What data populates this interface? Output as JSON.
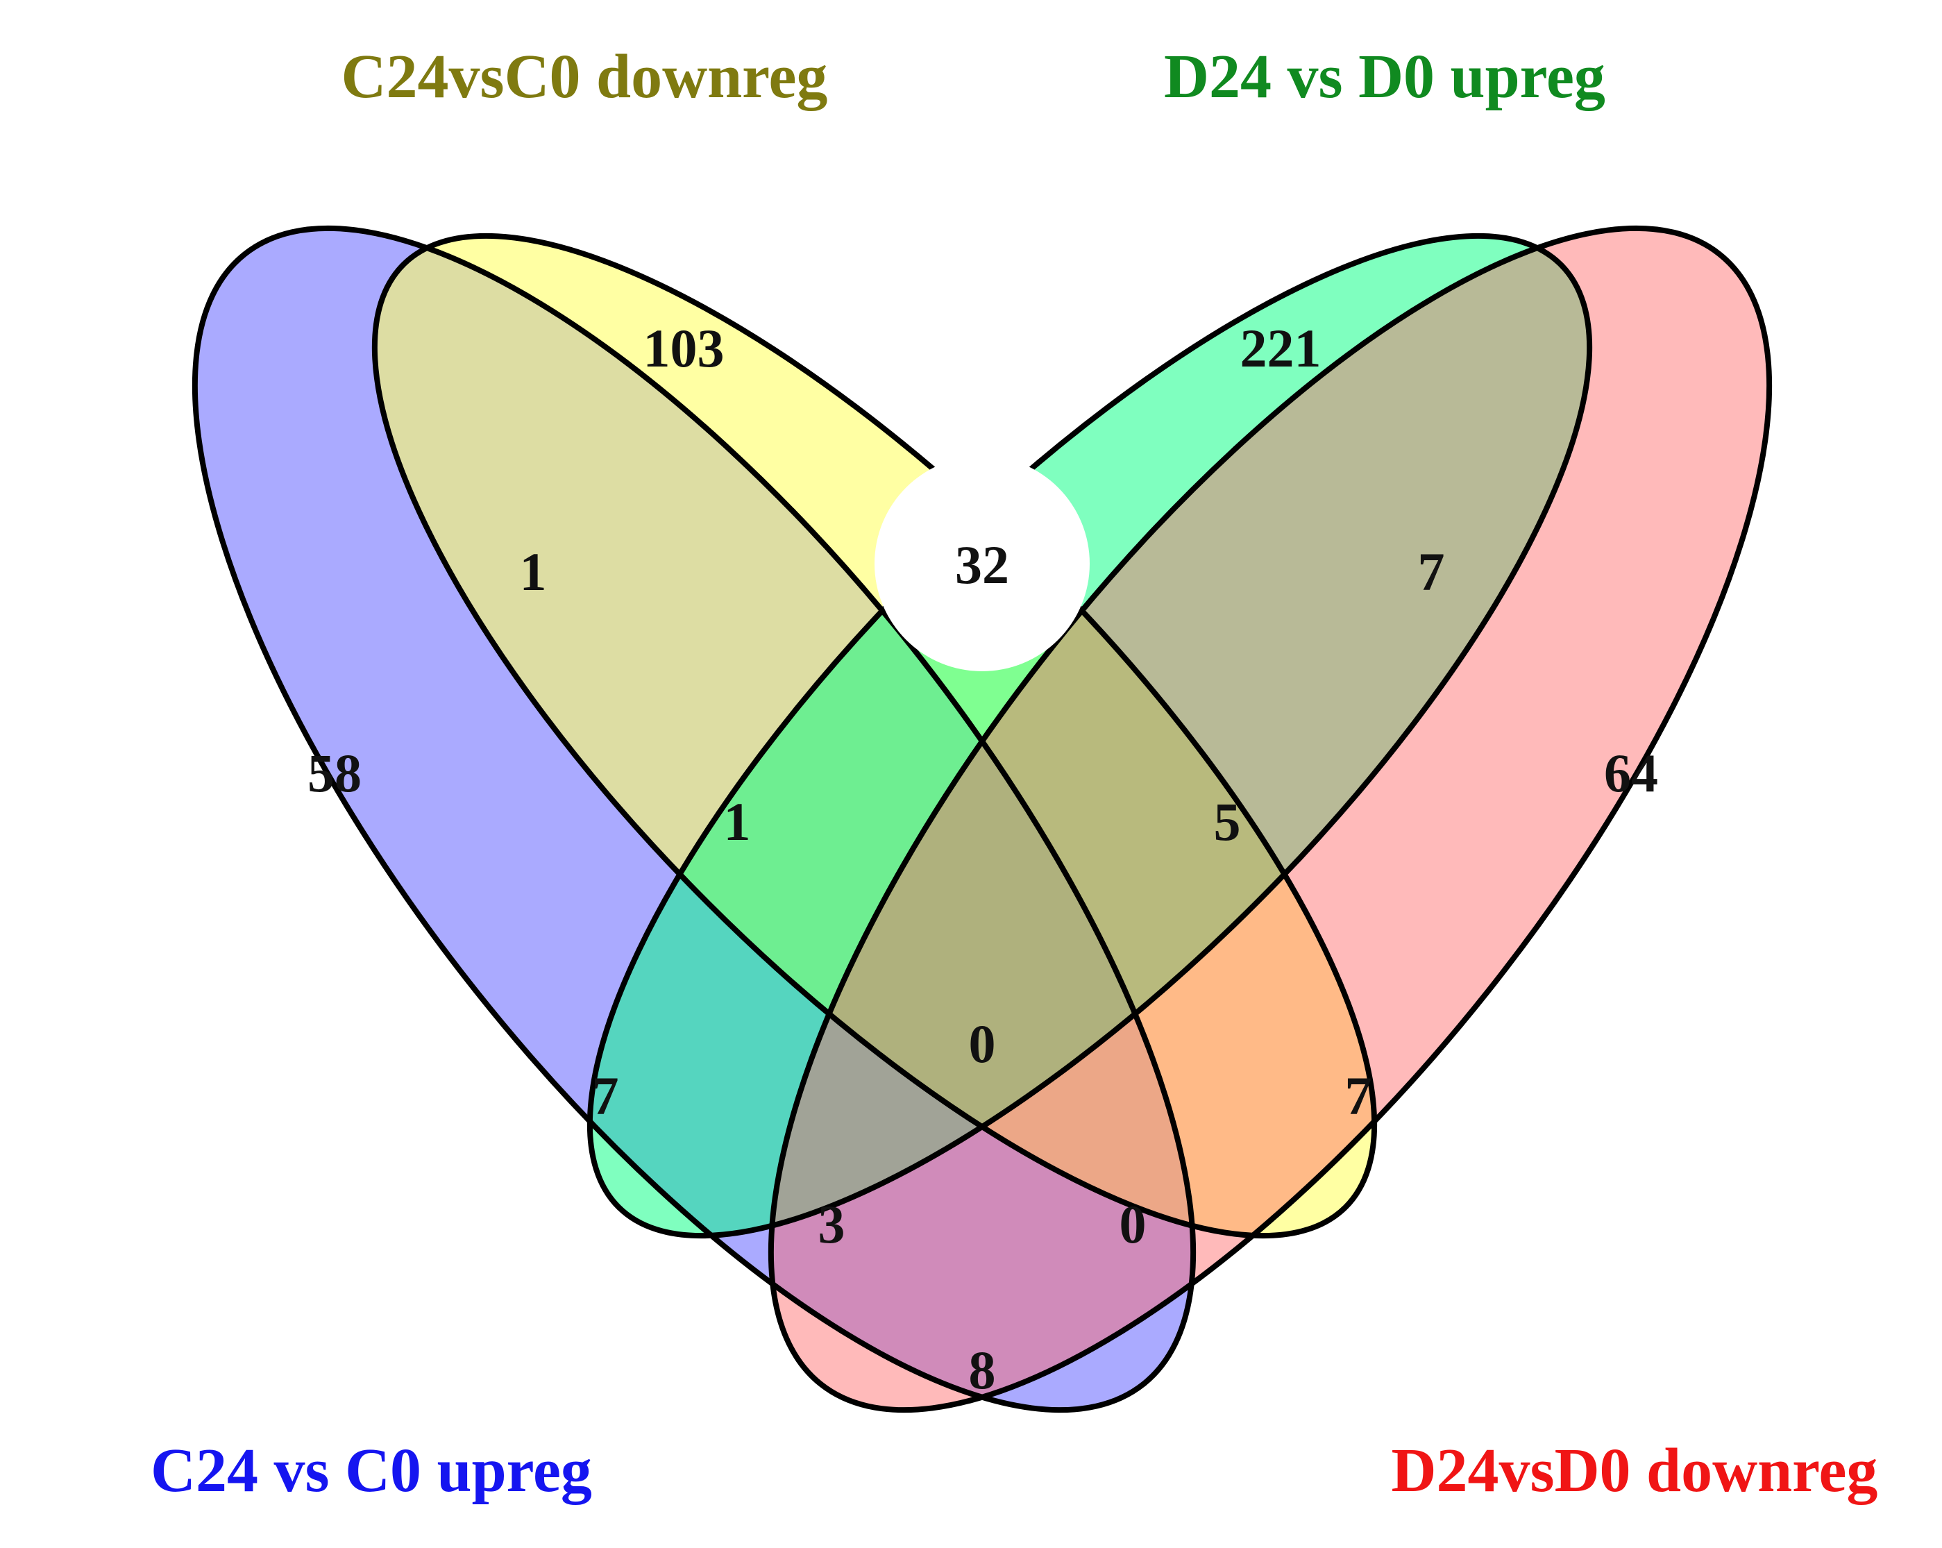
{
  "sets": {
    "c24_c0_upreg": {
      "label": "C24 vs C0 upreg",
      "fill": "#AAAAFF",
      "label_color": "#1515F0"
    },
    "c24_c0_downreg": {
      "label": "C24vsC0 downreg",
      "fill": "#FFFFA6",
      "label_color": "#7F7A10"
    },
    "d24_d0_upreg": {
      "label": "D24 vs D0 upreg",
      "fill": "#00FFA6",
      "label_color": "#108A20"
    },
    "d24_d0_downreg": {
      "label": "D24vsD0 downreg",
      "fill": "#FFAAAA",
      "label_color": "#F01515"
    }
  },
  "counts": {
    "only_c24_c0_upreg": "58",
    "only_c24_c0_downreg": "103",
    "only_d24_d0_upreg": "221",
    "only_d24_d0_downreg": "64",
    "c24up_c24down": "1",
    "c24down_d24up": "32",
    "d24up_d24down": "7",
    "c24up_c24down_d24up": "1",
    "c24down_d24up_d24down": "5",
    "c24up_d24up": "7",
    "all_four": "0",
    "c24down_d24down": "7",
    "c24up_d24up_d24down": "3",
    "c24up_c24down_d24down": "0",
    "c24up_d24down": "8"
  },
  "highlight": {
    "region": "c24down_d24up",
    "color": "#FFFFFF"
  }
}
